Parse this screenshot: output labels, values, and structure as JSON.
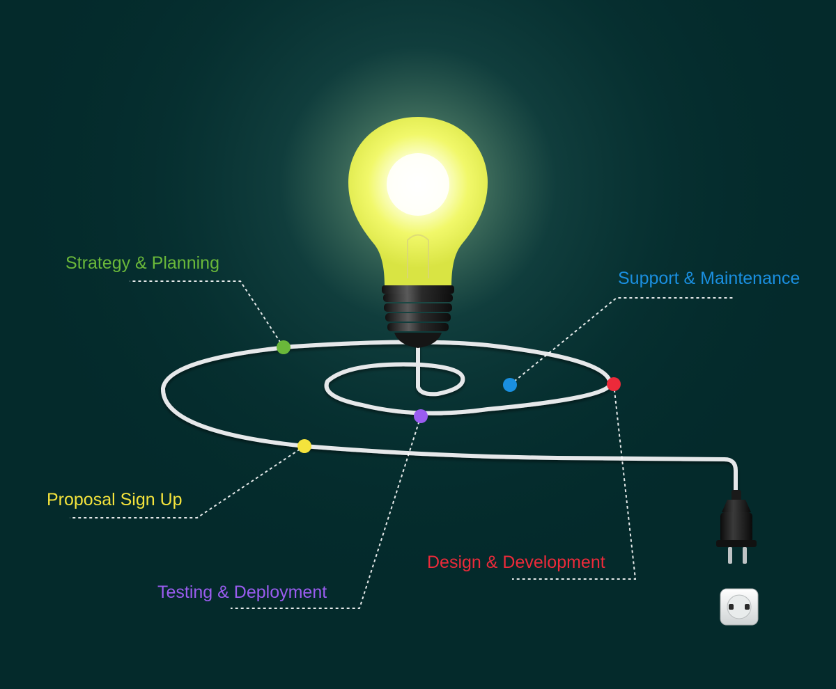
{
  "stages": [
    {
      "id": "strategy",
      "label": "Strategy & Planning",
      "color": "#6ab83a"
    },
    {
      "id": "support",
      "label": "Support & Maintenance",
      "color": "#1a8fe0"
    },
    {
      "id": "proposal",
      "label": "Proposal Sign Up",
      "color": "#f4e33c"
    },
    {
      "id": "testing",
      "label": "Testing & Deployment",
      "color": "#9a5cf0"
    },
    {
      "id": "design",
      "label": "Design & Development",
      "color": "#ec2a3a"
    }
  ],
  "colors": {
    "background": "#042a2b",
    "glow": "#e8ff9a",
    "bulb": "#f2f862",
    "cord": "#e6e8ea",
    "leader": "#ffffff"
  }
}
